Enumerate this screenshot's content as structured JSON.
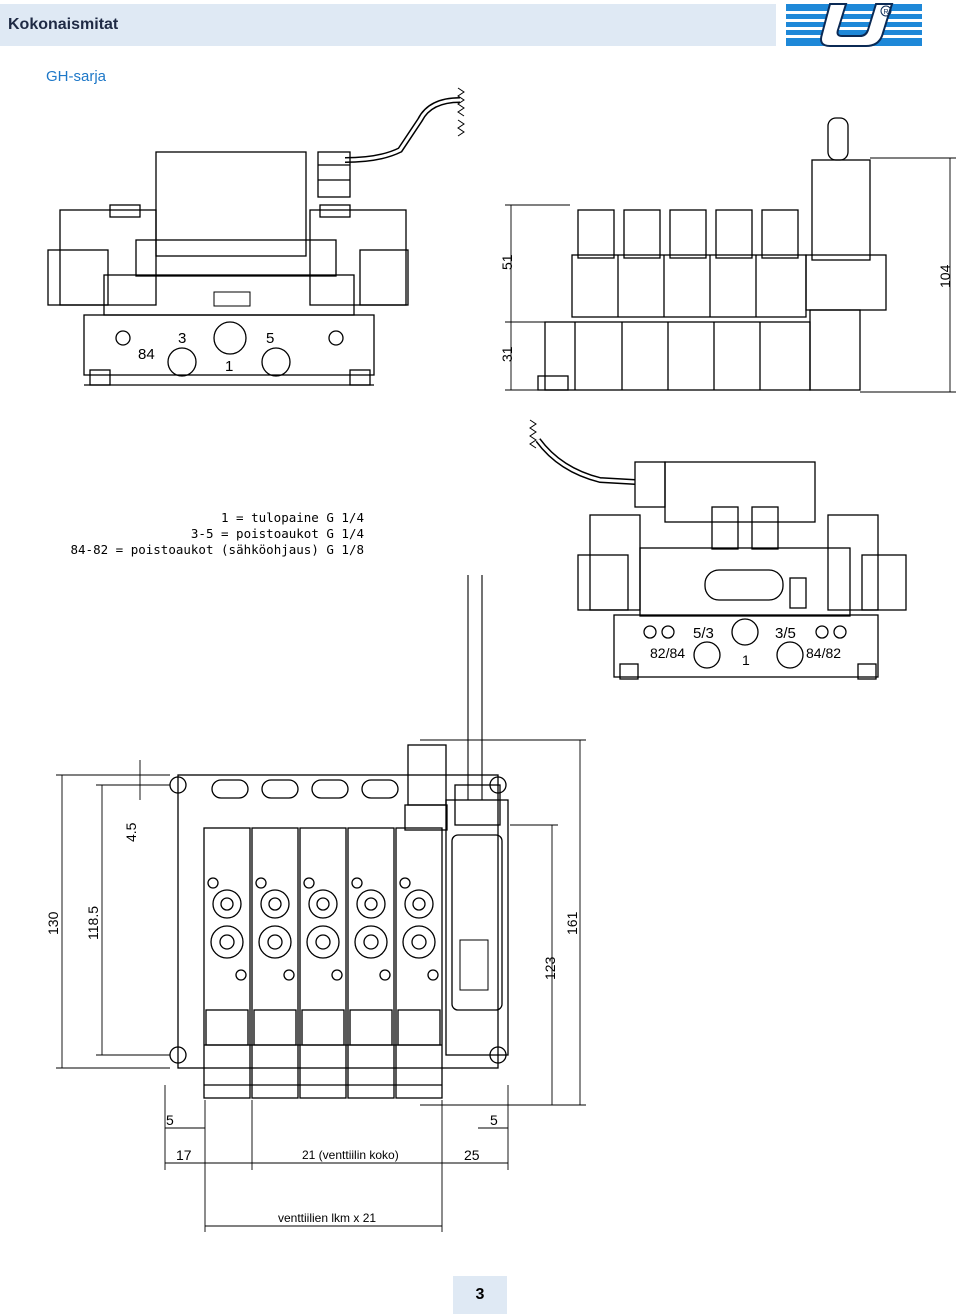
{
  "header": {
    "title": "Kokonaismitat"
  },
  "series_title": "GH-sarja",
  "logo": {
    "registered_mark": "R"
  },
  "legend": [
    "1 = tulopaine G 1/4",
    "3-5 = poistoaukot G 1/4",
    "84-82 = poistoaukot (sähköohjaus) G 1/8"
  ],
  "front_view": {
    "port_labels": [
      "84",
      "3",
      "5",
      "1"
    ]
  },
  "side_view": {
    "dimensions": [
      "51",
      "31",
      "104"
    ]
  },
  "end_view": {
    "port_labels": [
      "5/3",
      "3/5",
      "82/84",
      "1",
      "84/82"
    ]
  },
  "top_view": {
    "vertical_dimensions": [
      "130",
      "118.5",
      "4.5",
      "161",
      "123"
    ],
    "horizontal_dimensions": [
      "5",
      "5",
      "17",
      "21 (venttiilin koko)",
      "25",
      "venttiilien lkm x 21"
    ]
  },
  "page_number": "3",
  "colors": {
    "header_band": "#dfe9f4",
    "accent": "#1e78c8",
    "logo_blue": "#1e88d8"
  }
}
